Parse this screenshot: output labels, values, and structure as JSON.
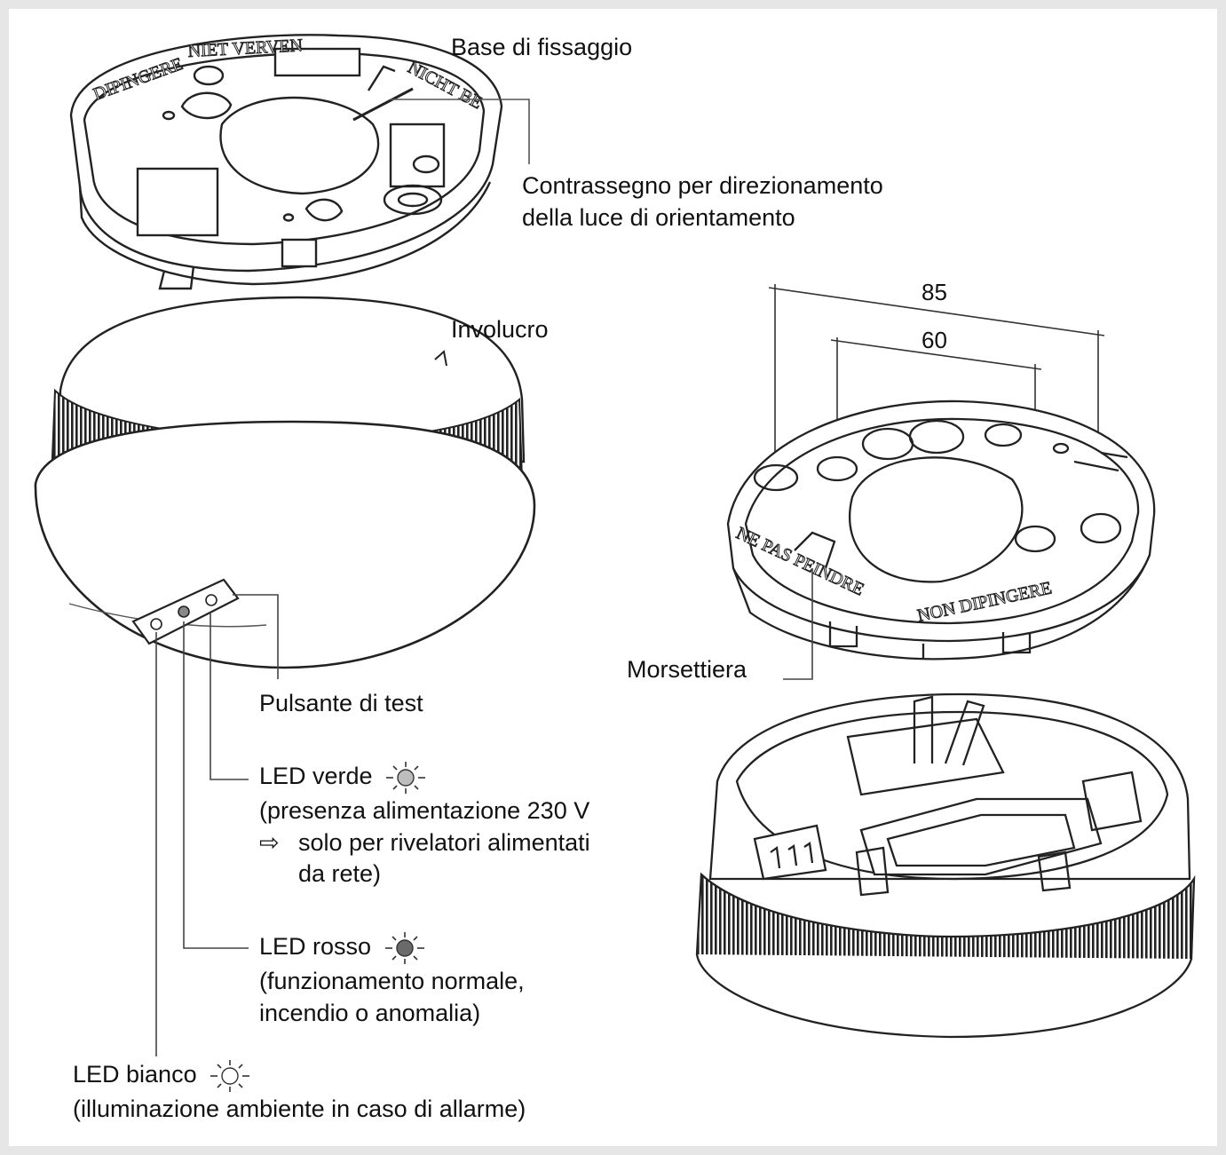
{
  "labels": {
    "base": "Base di fissaggio",
    "marker_line1": "Contrassegno per direzionamento",
    "marker_line2": "della luce di orientamento",
    "housing": "Involucro",
    "terminal_block": "Morsettiera",
    "test_button": "Pulsante di test"
  },
  "dimensions": {
    "outer": "85",
    "inner": "60"
  },
  "led_green": {
    "title": "LED verde",
    "line1": "(presenza alimentazione 230 V",
    "arrow": "⇨",
    "line2": "solo per rivelatori alimentati",
    "line3": "da rete)",
    "color": "#bdbdbd"
  },
  "led_red": {
    "title": "LED rosso",
    "line1": "(funzionamento normale,",
    "line2": "incendio o anomalia)",
    "color": "#6a6a6a"
  },
  "led_white": {
    "title": "LED bianco",
    "line1": "(illuminazione ambiente in caso di allarme)",
    "color": "#ffffff"
  },
  "base_rim_text": {
    "top": "NIET VERVEN",
    "left": "DIPINGERE",
    "right": "NICHT BE",
    "front_left": "NE PAS PEINDRE",
    "front_right": "NON DIPINGERE"
  }
}
